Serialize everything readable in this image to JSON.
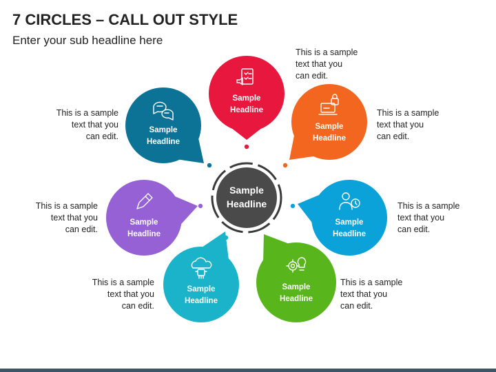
{
  "title": "7 CIRCLES – CALL OUT STYLE",
  "subtitle": "Enter your sub headline here",
  "center": {
    "line1": "Sample",
    "line2": "Headline",
    "color": "#4a4a4a",
    "ring": "#3a3a3a"
  },
  "items": [
    {
      "line1": "Sample",
      "line2": "Headline",
      "desc": [
        "This is a sample",
        "text that you",
        "can edit."
      ],
      "color": "#e8173e",
      "icon": "survey-checklist-icon"
    },
    {
      "line1": "Sample",
      "line2": "Headline",
      "desc": [
        "This is a sample",
        "text that you",
        "can edit."
      ],
      "color": "#f2661f",
      "icon": "laptop-lock-icon"
    },
    {
      "line1": "Sample",
      "line2": "Headline",
      "desc": [
        "This is a sample",
        "text that you",
        "can edit."
      ],
      "color": "#0aa2d8",
      "icon": "person-clock-icon"
    },
    {
      "line1": "Sample",
      "line2": "Headline",
      "desc": [
        "This is a sample",
        "text that you",
        "can edit."
      ],
      "color": "#58b51c",
      "icon": "gear-bulb-icon"
    },
    {
      "line1": "Sample",
      "line2": "Headline",
      "desc": [
        "This is a sample",
        "text that you",
        "can edit."
      ],
      "color": "#1ab3ca",
      "icon": "cloud-chip-icon"
    },
    {
      "line1": "Sample",
      "line2": "Headline",
      "desc": [
        "This is a sample",
        "text that you",
        "can edit."
      ],
      "color": "#9561d4",
      "icon": "pencil-icon"
    },
    {
      "line1": "Sample",
      "line2": "Headline",
      "desc": [
        "This is a sample",
        "text that you",
        "can edit."
      ],
      "color": "#0d7396",
      "icon": "chat-bubbles-icon"
    }
  ]
}
